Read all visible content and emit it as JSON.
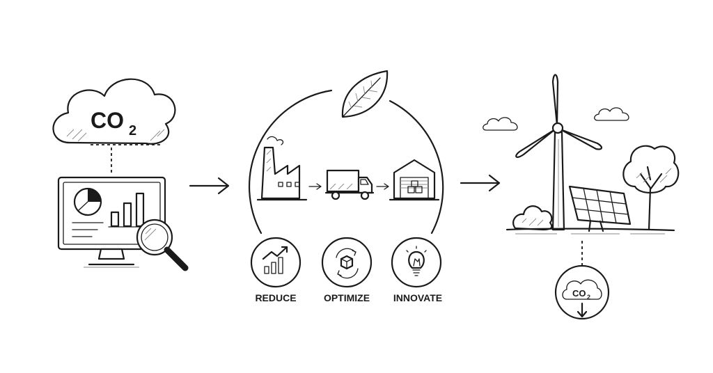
{
  "diagram": {
    "cloud_label": "CO",
    "cloud_subscript": "2",
    "small_cloud_label": "CO",
    "small_cloud_subscript": "2",
    "actions": [
      {
        "label": "REDUCE",
        "icon": "growth-chart-icon"
      },
      {
        "label": "OPTIMIZE",
        "icon": "cycle-box-icon"
      },
      {
        "label": "INNOVATE",
        "icon": "lightbulb-icon"
      }
    ],
    "colors": {
      "ink": "#1a1a1a",
      "shade": "#8a8a8a",
      "paper": "#ffffff"
    }
  }
}
